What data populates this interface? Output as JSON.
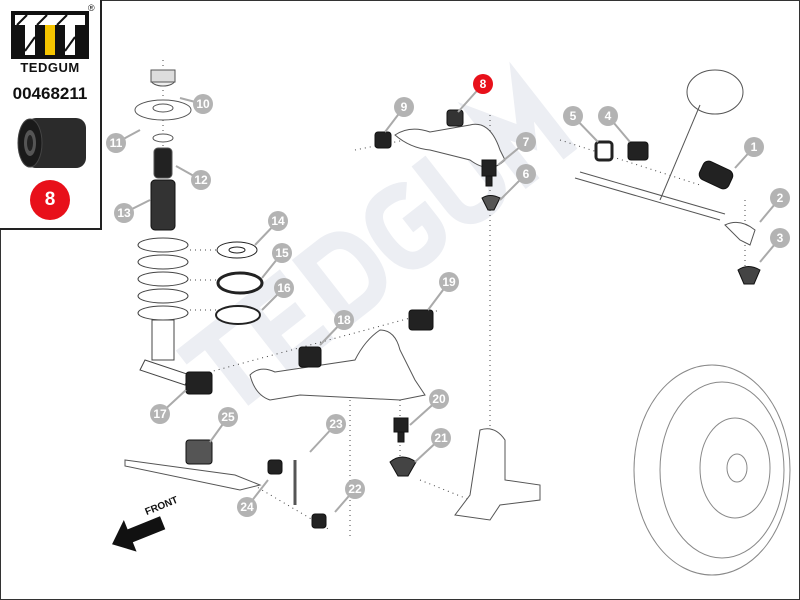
{
  "brand": {
    "name": "TEDGUM",
    "registered_mark": "®",
    "part_number": "00468211",
    "highlight_callout": "8",
    "accent_color": "#e8101a"
  },
  "watermark": "TEDGUM",
  "front_label": "FRONT",
  "callouts": [
    "1",
    "2",
    "3",
    "4",
    "5",
    "6",
    "7",
    "8",
    "9",
    "10",
    "11",
    "12",
    "13",
    "14",
    "15",
    "16",
    "17",
    "18",
    "19",
    "20",
    "21",
    "22",
    "23",
    "24",
    "25"
  ]
}
